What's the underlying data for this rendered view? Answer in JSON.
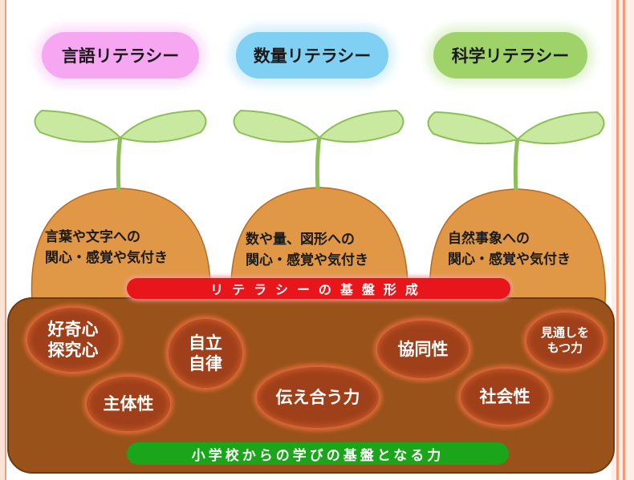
{
  "literacies": [
    {
      "label": "言語リテラシー",
      "desc_line1": "言葉や文字への",
      "desc_line2": "関心・感覚や気付き"
    },
    {
      "label": "数量リテラシー",
      "desc_line1": "数や量、図形への",
      "desc_line2": "関心・感覚や気付き"
    },
    {
      "label": "科学リテラシー",
      "desc_line1": "自然事象への",
      "desc_line2": "関心・感覚や気付き"
    }
  ],
  "upper_banner": "リテラシーの基盤形成",
  "lower_banner": "小学校からの学びの基盤となる力",
  "abilities": [
    {
      "label": "好奇心\n探究心"
    },
    {
      "label": "自立\n自律"
    },
    {
      "label": "協同性"
    },
    {
      "label": "見通しを\nもつ力"
    },
    {
      "label": "主体性"
    },
    {
      "label": "伝え合う力"
    },
    {
      "label": "社会性"
    }
  ],
  "colors": {
    "soil": "#99521a",
    "mound": "#e09846",
    "leaf": "#c9e8a0",
    "leaf_stroke": "#8cbf55",
    "circle": "#a0401a",
    "red_banner": "#e8161a",
    "green_banner": "#1aa51a"
  }
}
